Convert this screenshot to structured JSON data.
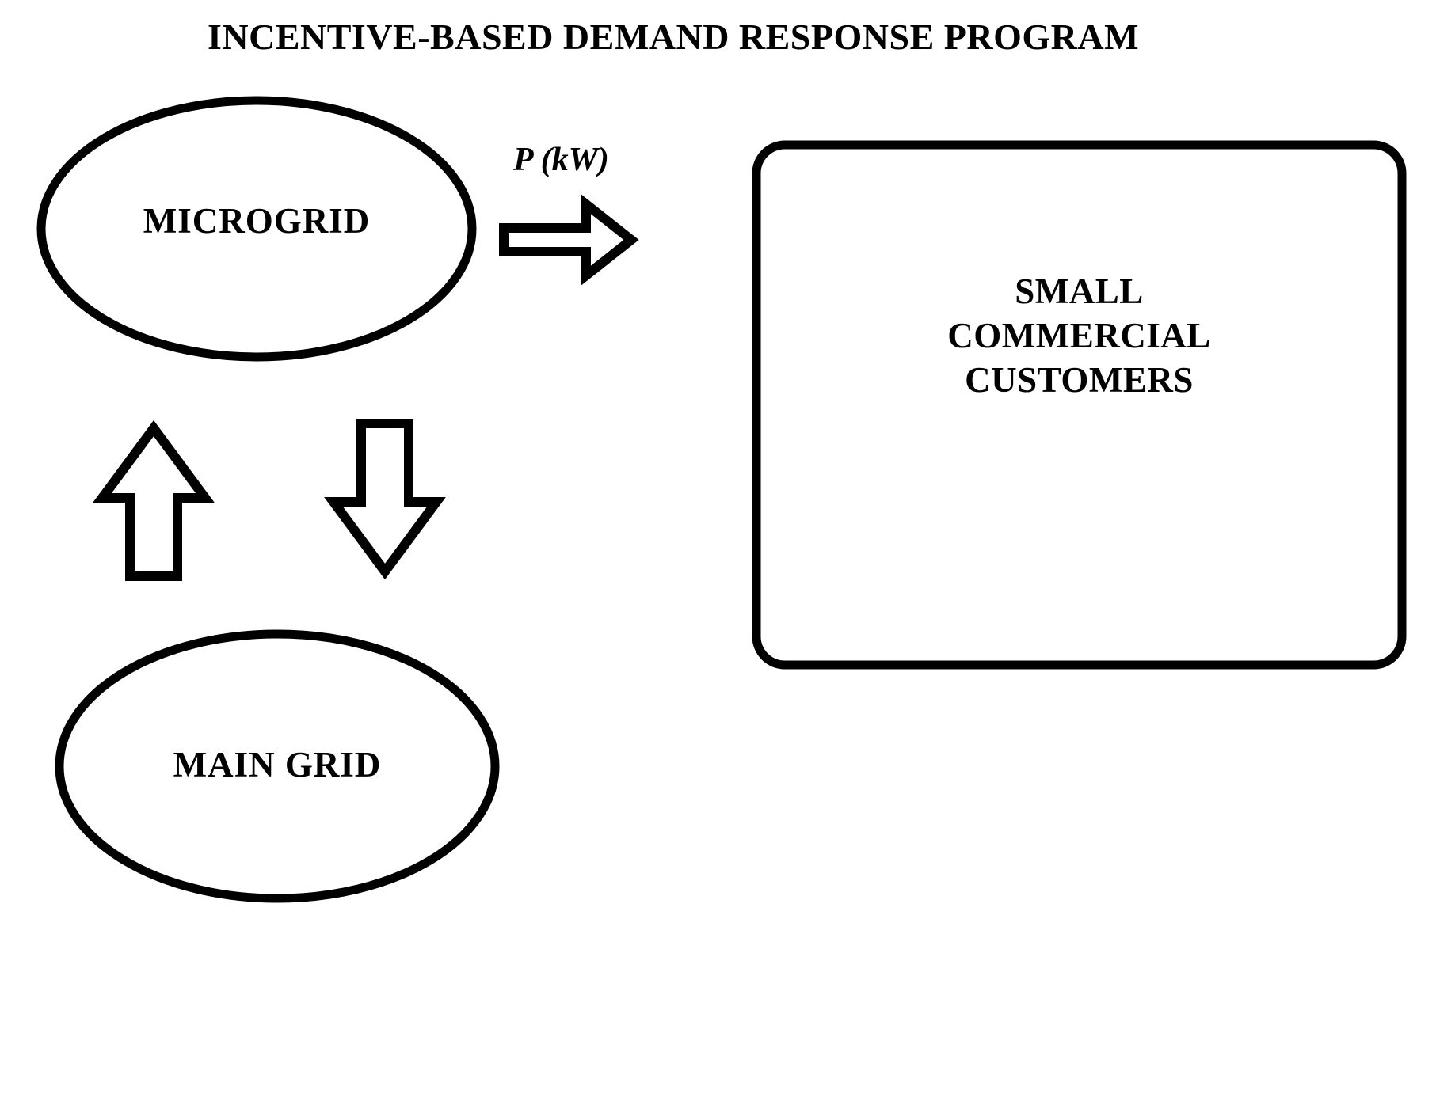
{
  "diagram": {
    "title": "INCENTIVE-BASED DEMAND RESPONSE PROGRAM",
    "background_color": "#FFFFFF",
    "stroke_color": "#000000",
    "nodes": {
      "microgrid": {
        "label": "MICROGRID",
        "shape": "ellipse"
      },
      "main_grid": {
        "label": "MAIN GRID",
        "shape": "ellipse"
      },
      "customers": {
        "label_line1": "SMALL",
        "label_line2": "COMMERCIAL",
        "label_line3": "CUSTOMERS",
        "shape": "rounded-rectangle"
      }
    },
    "edges": {
      "power_flow": {
        "label": "P (kW)",
        "direction": "right",
        "from": "MICROGRID",
        "to": "SMALL COMMERCIAL CUSTOMERS"
      },
      "import_flow": {
        "label": "",
        "direction": "up",
        "from": "MAIN GRID",
        "to": "MICROGRID"
      },
      "export_flow": {
        "label": "",
        "direction": "down",
        "from": "MICROGRID",
        "to": "MAIN GRID"
      }
    }
  }
}
